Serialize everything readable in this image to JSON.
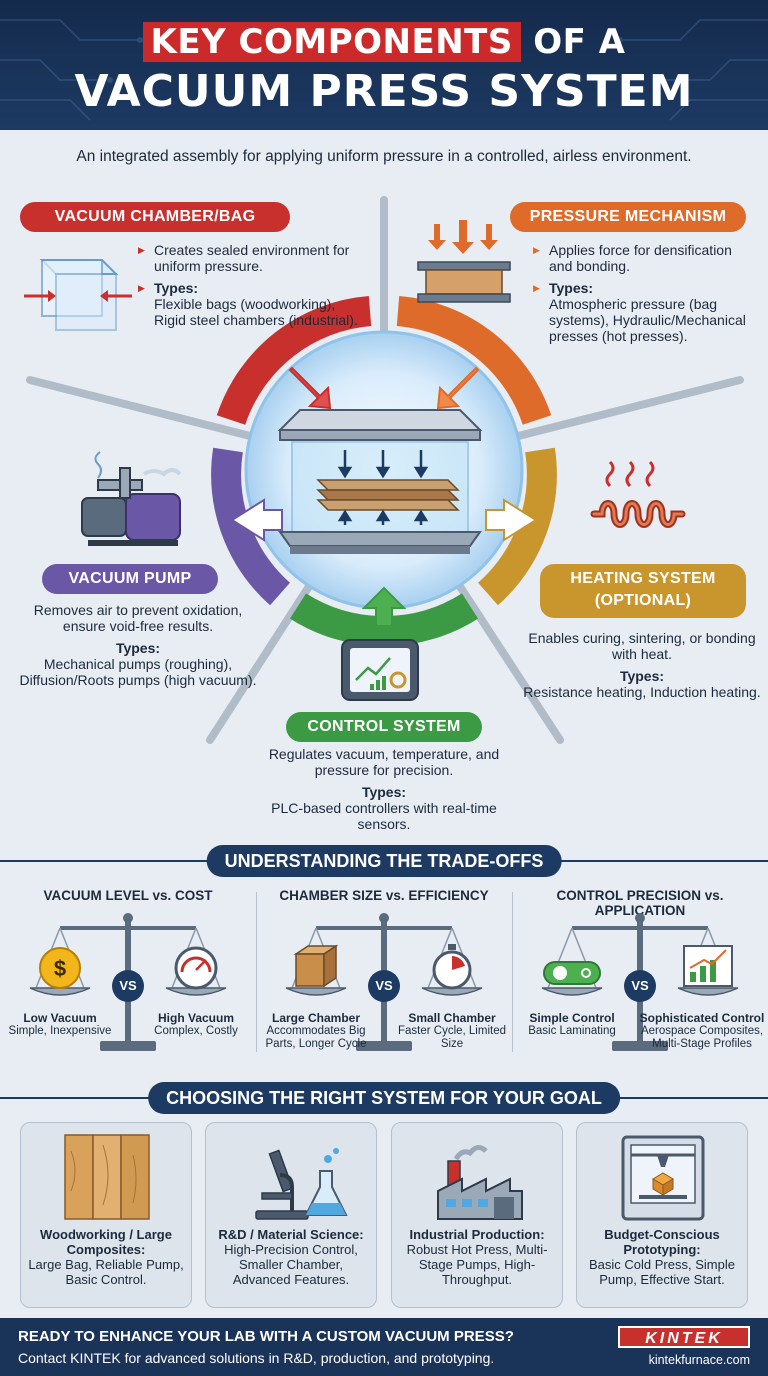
{
  "header": {
    "title_highlight": "KEY COMPONENTS",
    "title_rest": "OF A",
    "title_line2": "VACUUM PRESS SYSTEM"
  },
  "subtitle": "An integrated assembly for applying uniform pressure in a controlled, airless environment.",
  "components": {
    "chamber": {
      "label": "VACUUM CHAMBER/BAG",
      "desc": "Creates sealed environment for uniform pressure.",
      "types_label": "Types:",
      "types": "Flexible bags (woodworking), Rigid steel chambers (industrial)."
    },
    "pressure": {
      "label": "PRESSURE MECHANISM",
      "desc": "Applies force for densification and bonding.",
      "types_label": "Types:",
      "types": "Atmospheric pressure (bag systems), Hydraulic/Mechanical presses (hot presses)."
    },
    "pump": {
      "label": "VACUUM PUMP",
      "desc": "Removes air to prevent oxidation, ensure void-free results.",
      "types_label": "Types:",
      "types": "Mechanical pumps (roughing), Diffusion/Roots pumps (high vacuum)."
    },
    "heating": {
      "label_line1": "HEATING SYSTEM",
      "label_line2": "(OPTIONAL)",
      "desc": "Enables curing, sintering, or bonding with heat.",
      "types_label": "Types:",
      "types": "Resistance heating, Induction heating."
    },
    "control": {
      "label": "CONTROL SYSTEM",
      "desc": "Regulates vacuum, temperature, and pressure for precision.",
      "types_label": "Types:",
      "types": "PLC-based controllers with real-time sensors."
    }
  },
  "tradeoffs": {
    "heading": "UNDERSTANDING THE TRADE-OFFS",
    "vs": "VS",
    "items": [
      {
        "title": "VACUUM LEVEL vs. COST",
        "left_title": "Low Vacuum",
        "left_desc": "Simple, Inexpensive",
        "right_title": "High Vacuum",
        "right_desc": "Complex, Costly",
        "left_symbol": "$"
      },
      {
        "title": "CHAMBER SIZE vs. EFFICIENCY",
        "left_title": "Large Chamber",
        "left_desc": "Accommodates Big Parts, Longer Cycle",
        "right_title": "Small Chamber",
        "right_desc": "Faster Cycle, Limited Size"
      },
      {
        "title": "CONTROL PRECISION vs. APPLICATION",
        "left_title": "Simple Control",
        "left_desc": "Basic Laminating",
        "right_title": "Sophisticated Control",
        "right_desc": "Aerospace Composites, Multi-Stage Profiles"
      }
    ]
  },
  "goals": {
    "heading": "CHOOSING THE RIGHT SYSTEM FOR YOUR GOAL",
    "cards": [
      {
        "title": "Woodworking / Large Composites:",
        "desc": "Large Bag, Reliable Pump, Basic Control."
      },
      {
        "title": "R&D / Material Science:",
        "desc": "High-Precision Control, Smaller Chamber, Advanced Features."
      },
      {
        "title": "Industrial Production:",
        "desc": "Robust Hot Press, Multi-Stage Pumps, High-Throughput."
      },
      {
        "title": "Budget-Conscious Prototyping:",
        "desc": "Basic Cold Press, Simple Pump, Effective Start."
      }
    ]
  },
  "footer": {
    "cta": "READY TO ENHANCE YOUR LAB WITH A CUSTOM VACUUM PRESS?",
    "contact": "Contact KINTEK for advanced solutions in R&D, production, and prototyping.",
    "logo": "KINTEK",
    "url": "kintekfurnace.com"
  },
  "colors": {
    "red": "#c8302e",
    "orange": "#df6b2a",
    "purple": "#6a58a6",
    "gold": "#c9962e",
    "green": "#3c9a45",
    "navy": "#1d3a63"
  }
}
